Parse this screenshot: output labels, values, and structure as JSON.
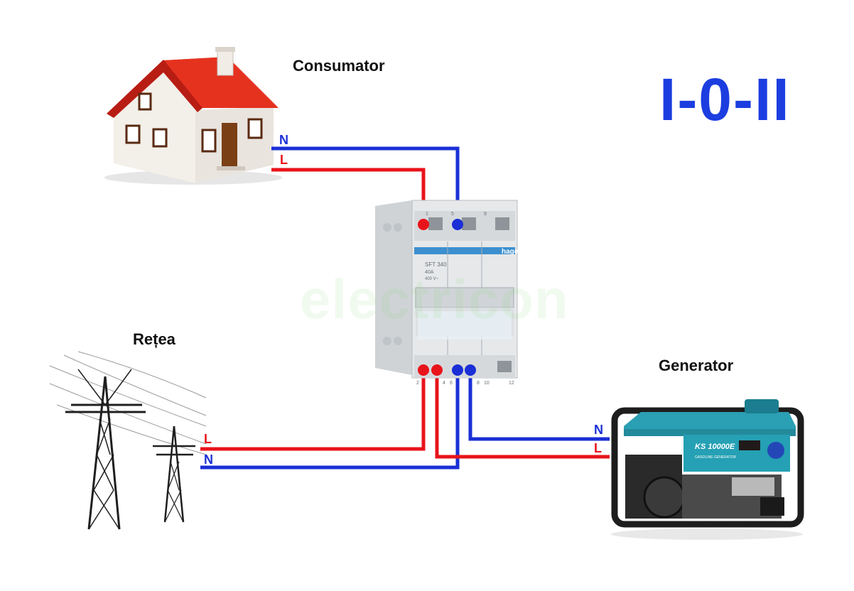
{
  "labels": {
    "consumer": "Consumator",
    "grid": "Rețea",
    "generator": "Generator",
    "mode": "I-0-II"
  },
  "wires": {
    "consumer_n": "N",
    "consumer_l": "L",
    "grid_l": "L",
    "grid_n": "N",
    "generator_n": "N",
    "generator_l": "L"
  },
  "switch": {
    "brand": "hager",
    "model": "SFT 340",
    "rating": "40A",
    "voltage": "400 V~",
    "top_terminals": [
      "1",
      "5",
      "9"
    ],
    "bottom_terminals": [
      "2",
      "4",
      "6",
      "8",
      "10",
      "12"
    ]
  },
  "generator_panel": {
    "model": "KS 10000E",
    "subtitle": "GASOLINE GENERATOR"
  },
  "watermark": "electricon",
  "colors": {
    "phase": "#e8141b",
    "neutral": "#1a2fd6",
    "title": "#1c3ee0"
  }
}
